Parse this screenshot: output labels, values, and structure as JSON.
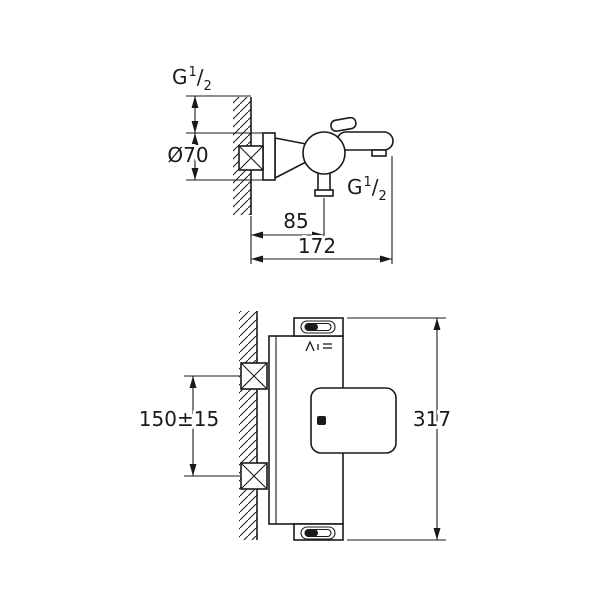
{
  "labels": {
    "g_half_wall": {
      "g": "G",
      "num": "1",
      "slash": "/",
      "den": "2"
    },
    "g_half_shower": {
      "g": "G",
      "num": "1",
      "slash": "/",
      "den": "2"
    },
    "dim_diameter": "Ø70",
    "dim_85": "85",
    "dim_172": "172",
    "dim_centers": "150±15",
    "dim_height": "317"
  },
  "colors": {
    "line": "#1a1a1a",
    "background": "#ffffff"
  }
}
